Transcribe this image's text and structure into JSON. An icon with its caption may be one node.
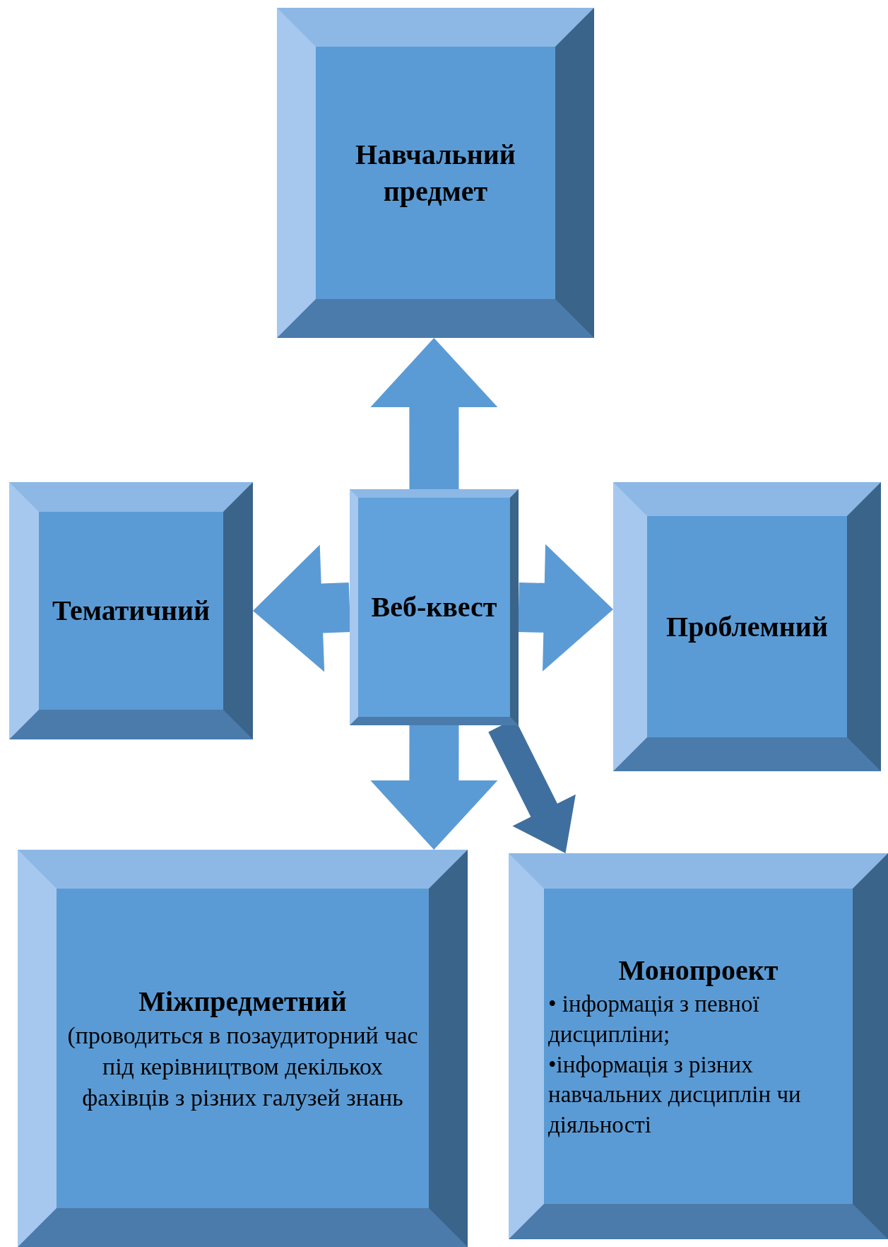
{
  "diagram": {
    "nodes": [
      {
        "text": [
          "Навчальний предмет"
        ]
      },
      {
        "text": [
          "Тематичний"
        ]
      },
      {
        "text": [
          "Веб-квест"
        ]
      },
      {
        "text": [
          "Проблемний"
        ]
      },
      {
        "text": [
          "Міжпредметний",
          "(проводиться в позаудиторний час під керівництвом декількох фахівців з різних галузей знань"
        ]
      },
      {
        "text": [
          "Монопроект",
          "• інформація з певної дисципліни;",
          "•інформація з різних навчальних дисциплін чи діяльності"
        ]
      }
    ],
    "edges": [
      {
        "from": 2,
        "to": 0,
        "arrow": "to"
      },
      {
        "from": 2,
        "to": 1,
        "arrow": "to"
      },
      {
        "from": 2,
        "to": 3,
        "arrow": "to"
      },
      {
        "from": 2,
        "to": 4,
        "arrow": "to"
      },
      {
        "from": 2,
        "to": 5,
        "arrow": "to",
        "color": "#3f6f9e"
      }
    ]
  }
}
